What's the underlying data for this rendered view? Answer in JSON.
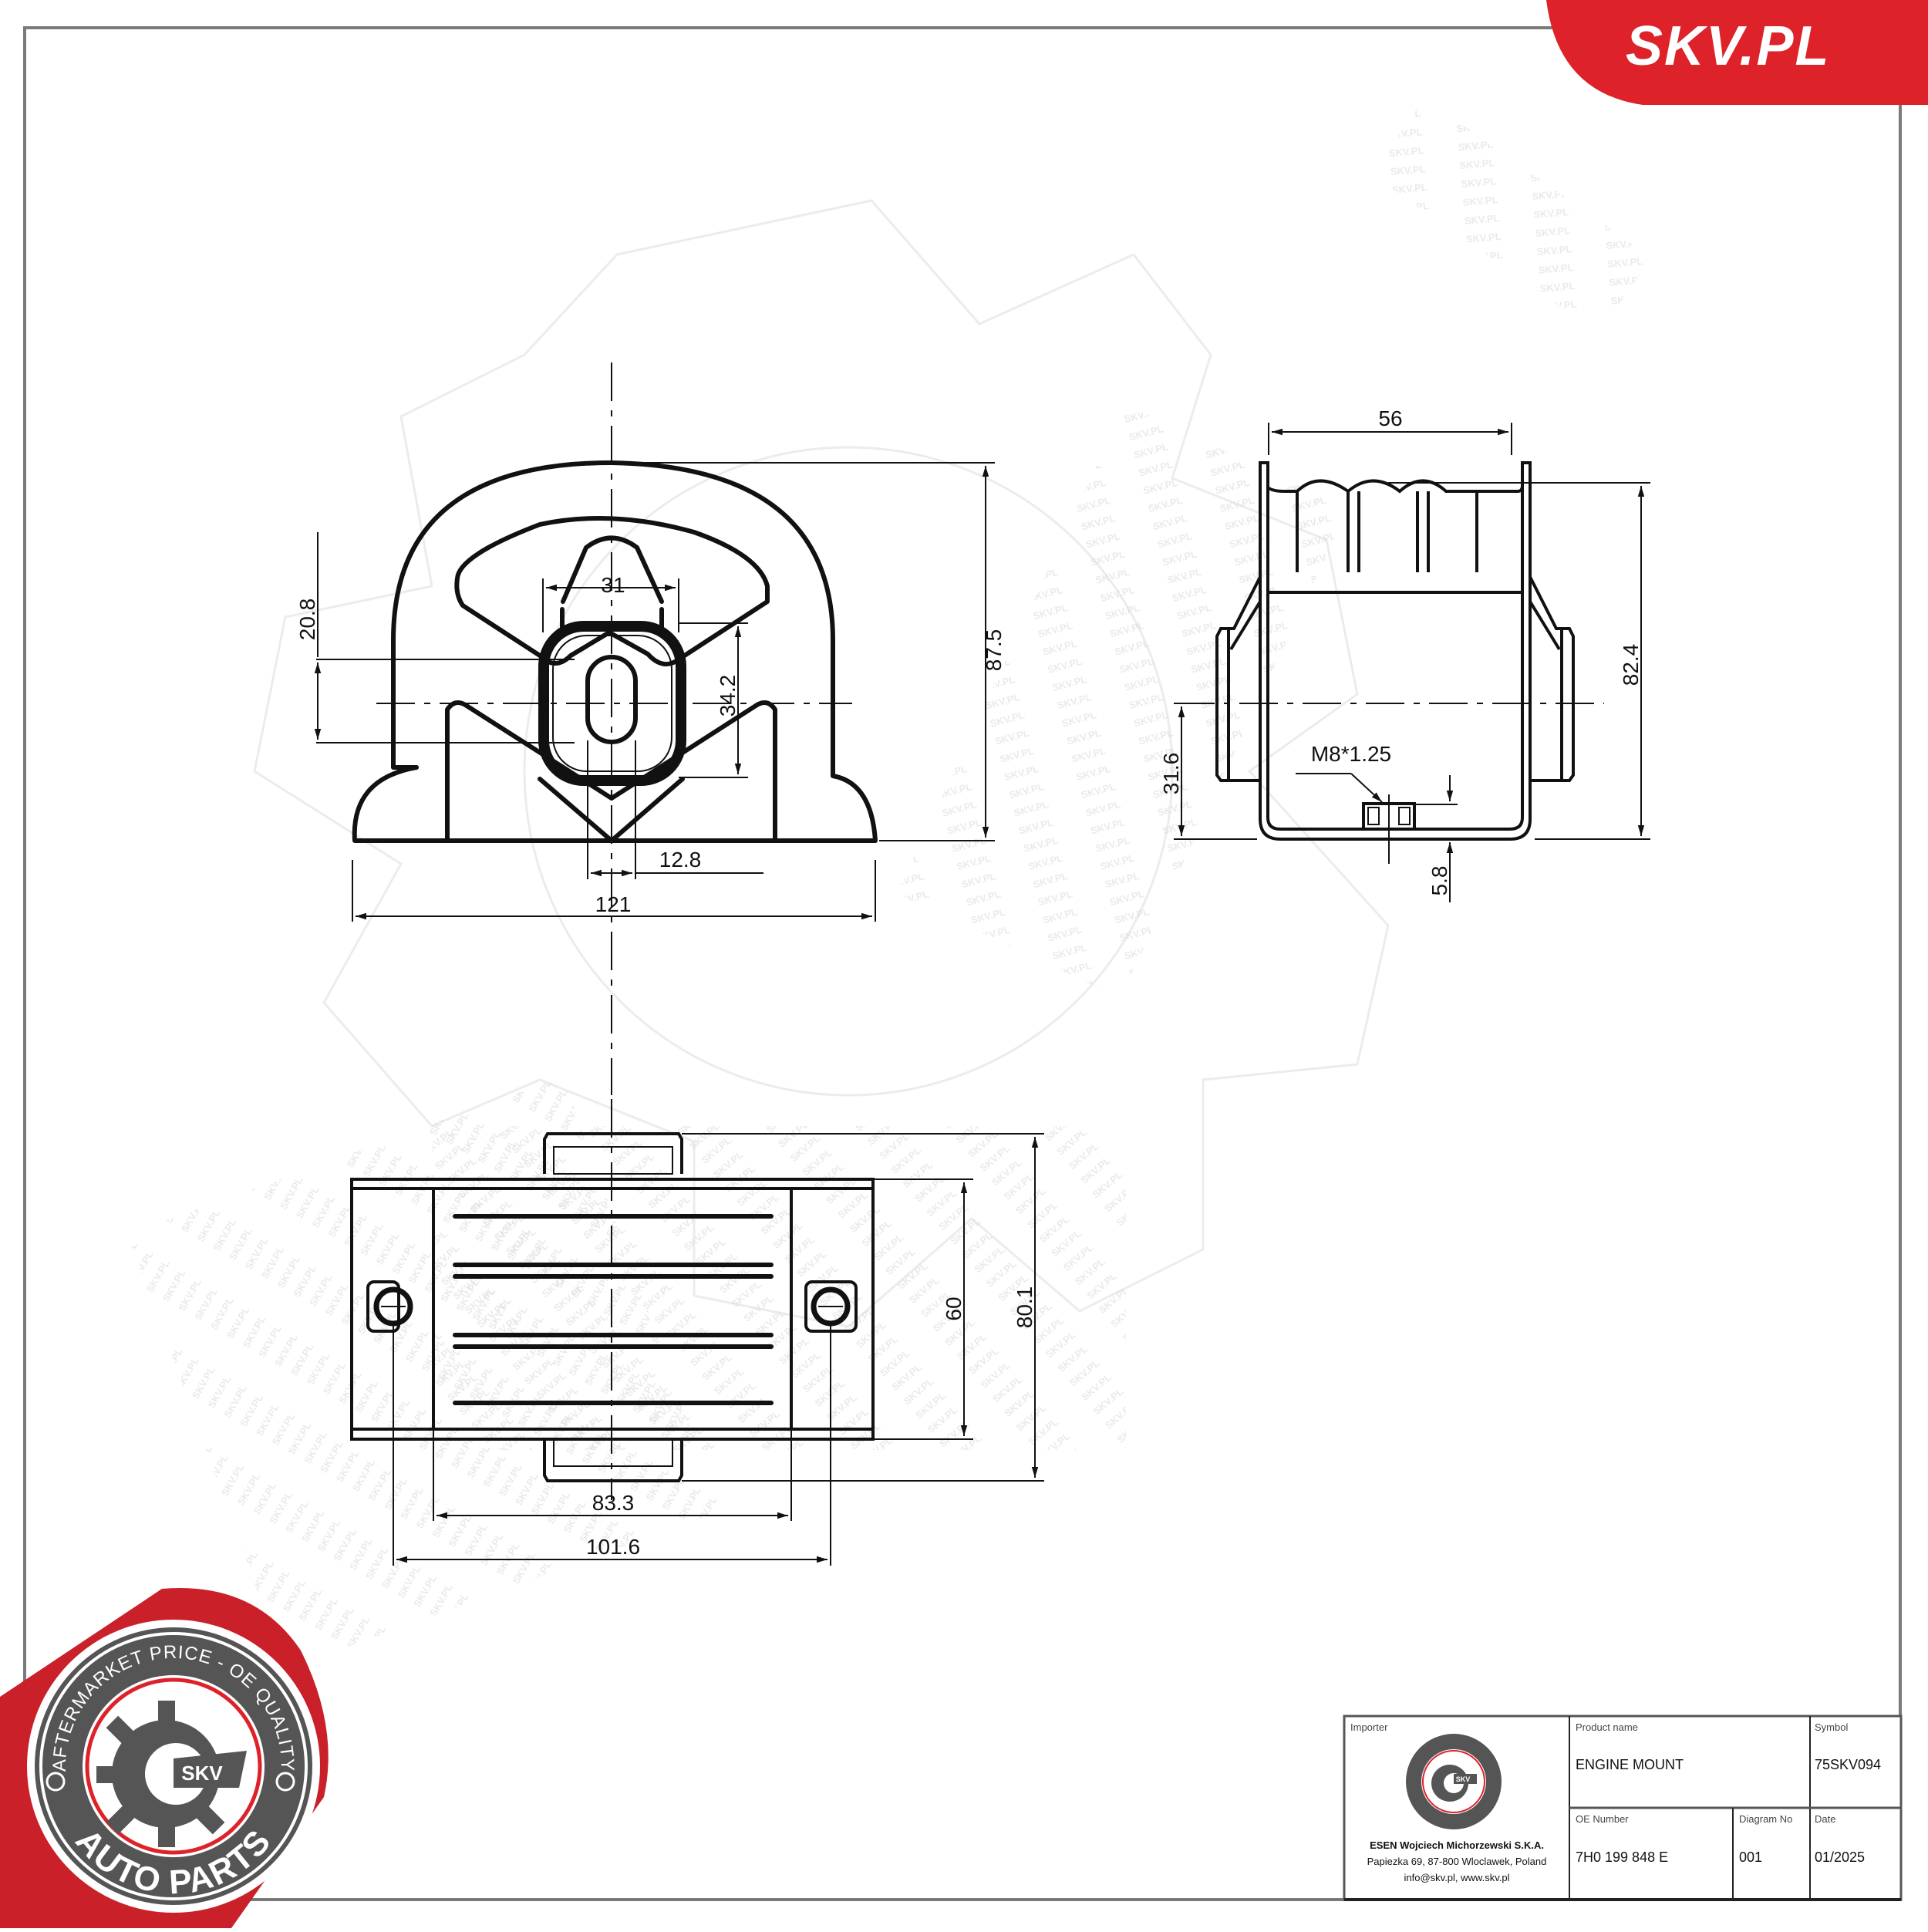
{
  "brand": {
    "banner_text": "SKV.PL",
    "banner_color": "#dd2229",
    "badge": {
      "ring_top_text": "AFTERMARKET PRICE - OE QUALITY",
      "ring_bottom_text": "AUTO PARTS",
      "center_text": "SKV",
      "ring_color": "#555555",
      "accent_color": "#dd2229"
    },
    "watermark_text": "SKV.PL"
  },
  "drawing": {
    "front_view": {
      "dimensions": {
        "total_width": "121",
        "total_height": "87.5",
        "slot_width": "31",
        "bushing_offset": "20.8",
        "bushing_height": "34.2",
        "hole_width": "12.8"
      }
    },
    "side_view": {
      "dimensions": {
        "width": "56",
        "height": "82.4",
        "center_height": "31.6",
        "stud_height": "5.8",
        "thread": "M8*1.25"
      }
    },
    "bottom_view": {
      "dimensions": {
        "inner_width": "83.3",
        "bolt_spacing": "101.6",
        "body_depth": "60",
        "total_depth": "80.1"
      }
    }
  },
  "title_block": {
    "importer": {
      "label": "Importer",
      "company": "ESEN Wojciech Michorzewski S.K.A.",
      "address": "Papiezka 69, 87-800 Wloclawek, Poland",
      "contact": "info@skv.pl, www.skv.pl"
    },
    "product_name": {
      "label": "Product name",
      "value": "ENGINE MOUNT"
    },
    "symbol": {
      "label": "Symbol",
      "value": "75SKV094"
    },
    "oe_number": {
      "label": "OE Number",
      "value": "7H0 199 848 E"
    },
    "diagram_no": {
      "label": "Diagram No",
      "value": "001"
    },
    "date": {
      "label": "Date",
      "value": "01/2025"
    }
  }
}
